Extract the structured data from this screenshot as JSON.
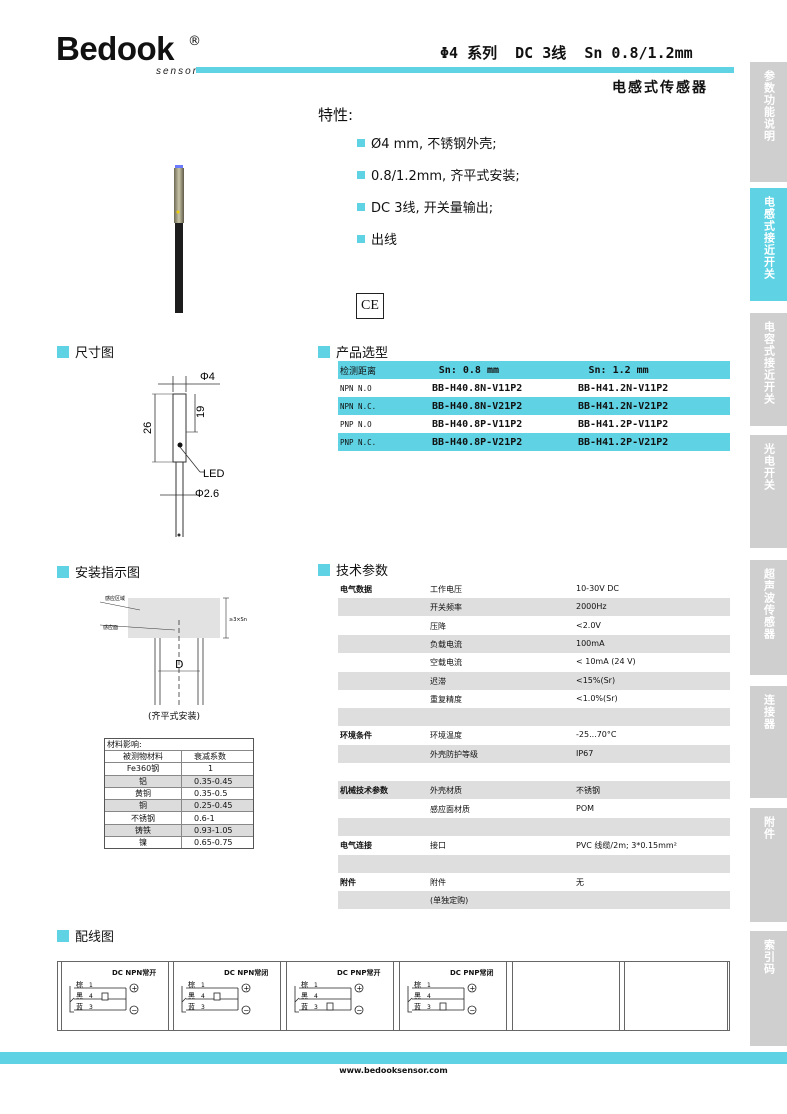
{
  "header": {
    "logo": "Bedook",
    "logo_reg": "®",
    "logo_sub": "sensor",
    "title": "Φ4 系列  DC 3线  Sn 0.8/1.2mm",
    "subtitle": "电感式传感器"
  },
  "side_tabs": [
    {
      "label": "参数功能说明",
      "active": false
    },
    {
      "label": "电感式接近开关",
      "active": true
    },
    {
      "label": "电容式接近开关",
      "active": false
    },
    {
      "label": "光电开关",
      "active": false
    },
    {
      "label": "超声波传感器",
      "active": false
    },
    {
      "label": "连接器",
      "active": false
    },
    {
      "label": "附件",
      "active": false
    },
    {
      "label": "索引码",
      "active": false
    }
  ],
  "features": {
    "title": "特性:",
    "items": [
      "Ø4 mm, 不锈钢外壳;",
      "0.8/1.2mm, 齐平式安装;",
      "DC 3线, 开关量输出;",
      "出线"
    ],
    "ce": "CE"
  },
  "dimension": {
    "title": "尺寸图",
    "phi4": "Φ4",
    "len19": "19",
    "len26": "26",
    "led": "LED",
    "phi26": "Φ2.6"
  },
  "models": {
    "title": "产品选型",
    "header": [
      "检测距离",
      "Sn: 0.8 mm",
      "Sn: 1.2 mm"
    ],
    "rows": [
      [
        "NPN N.O",
        "BB-H40.8N-V11P2",
        "BB-H41.2N-V11P2"
      ],
      [
        "NPN N.C.",
        "BB-H40.8N-V21P2",
        "BB-H41.2N-V21P2"
      ],
      [
        "PNP N.O",
        "BB-H40.8P-V11P2",
        "BB-H41.2P-V11P2"
      ],
      [
        "PNP N.C.",
        "BB-H40.8P-V21P2",
        "BB-H41.2P-V21P2"
      ]
    ]
  },
  "install": {
    "title": "安装指示图",
    "label_a": "感应区域",
    "label_b": "感应面",
    "label_c": "≥3×Sn",
    "label_d": "D",
    "caption": "(齐平式安装)"
  },
  "materials": {
    "title": "材料影响:",
    "header": [
      "被测物材料",
      "衰减系数"
    ],
    "rows": [
      [
        "Fe360钢",
        "1"
      ],
      [
        "铝",
        "0.35-0.45"
      ],
      [
        "黄铜",
        "0.35-0.5"
      ],
      [
        "铜",
        "0.25-0.45"
      ],
      [
        "不锈钢",
        "0.6-1"
      ],
      [
        "铸铁",
        "0.93-1.05"
      ],
      [
        "镍",
        "0.65-0.75"
      ]
    ]
  },
  "specs": {
    "title": "技术参数",
    "rows": [
      [
        "电气数据",
        "工作电压",
        "10-30V DC"
      ],
      [
        "",
        "开关频率",
        "2000Hz"
      ],
      [
        "",
        "压降",
        "<2.0V"
      ],
      [
        "",
        "负载电流",
        "100mA"
      ],
      [
        "",
        "空载电流",
        "< 10mA (24 V)"
      ],
      [
        "",
        "迟滞",
        "<15%(Sr)"
      ],
      [
        "",
        "重复精度",
        "<1.0%(Sr)"
      ],
      [
        "",
        "",
        ""
      ],
      [
        "环境条件",
        "环境温度",
        "-25...70°C"
      ],
      [
        "",
        "外壳防护等级",
        "IP67"
      ],
      [
        "",
        "",
        ""
      ],
      [
        "机械技术参数",
        "外壳材质",
        "不锈钢"
      ],
      [
        "",
        "感应面材质",
        "POM"
      ],
      [
        "",
        "",
        ""
      ],
      [
        "电气连接",
        "接口",
        "PVC 线缆/2m; 3*0.15mm²"
      ],
      [
        "",
        "",
        ""
      ],
      [
        "附件",
        "附件",
        "无"
      ],
      [
        "",
        "(单独定购)",
        ""
      ]
    ]
  },
  "wiring": {
    "title": "配线图",
    "diagrams": [
      {
        "title": "DC NPN常开",
        "wires": [
          "棕",
          "黑",
          "蓝"
        ],
        "pins": [
          "1",
          "4",
          "3"
        ],
        "load_pos": "top"
      },
      {
        "title": "DC NPN常闭",
        "wires": [
          "棕",
          "黑",
          "蓝"
        ],
        "pins": [
          "1",
          "4",
          "3"
        ],
        "load_pos": "top"
      },
      {
        "title": "DC PNP常开",
        "wires": [
          "棕",
          "黑",
          "蓝"
        ],
        "pins": [
          "1",
          "4",
          "3"
        ],
        "load_pos": "bottom"
      },
      {
        "title": "DC PNP常闭",
        "wires": [
          "棕",
          "黑",
          "蓝"
        ],
        "pins": [
          "1",
          "4",
          "3"
        ],
        "load_pos": "bottom"
      }
    ],
    "plus": "+",
    "minus": "−"
  },
  "footer": {
    "url": "www.bedooksensor.com"
  },
  "colors": {
    "accent": "#5fd3e4",
    "grey_row": "#dedede",
    "tab_grey": "#cfcfcf"
  }
}
